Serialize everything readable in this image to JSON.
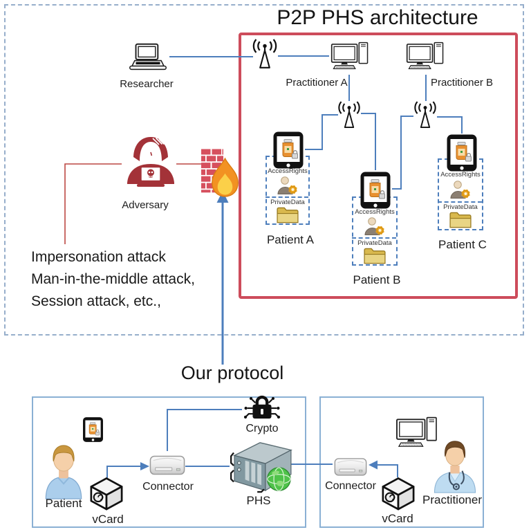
{
  "colors": {
    "architecture_border": "#cd4c5b",
    "boundary_dashed": "#96aecb",
    "connection_blue": "#4d7ebc",
    "adversary_red": "#a33238",
    "protocol_box_border": "#8ab0d4"
  },
  "architecture": {
    "title": "P2P PHS architecture",
    "researcher_label": "Researcher",
    "practitioner_a_label": "Practitioner A",
    "practitioner_b_label": "Practitioner B",
    "adversary_label": "Adversary",
    "patients": [
      {
        "name": "Patient A",
        "access_label": "AccessRights",
        "private_label": "PrivateData"
      },
      {
        "name": "Patient B",
        "access_label": "AccessRights",
        "private_label": "PrivateData"
      },
      {
        "name": "Patient C",
        "access_label": "AccessRights",
        "private_label": "PrivateData"
      }
    ],
    "attack_lines": [
      "Impersonation attack",
      "Man-in-the-middle attack,",
      "Session attack, etc.,"
    ]
  },
  "protocol": {
    "title": "Our protocol",
    "patient_label": "Patient",
    "vcard_left_label": "vCard",
    "connector_left_label": "Connector",
    "crypto_label": "Crypto",
    "phs_label": "PHS",
    "connector_right_label": "Connector",
    "vcard_right_label": "vCard",
    "practitioner_label": "Practitioner"
  }
}
